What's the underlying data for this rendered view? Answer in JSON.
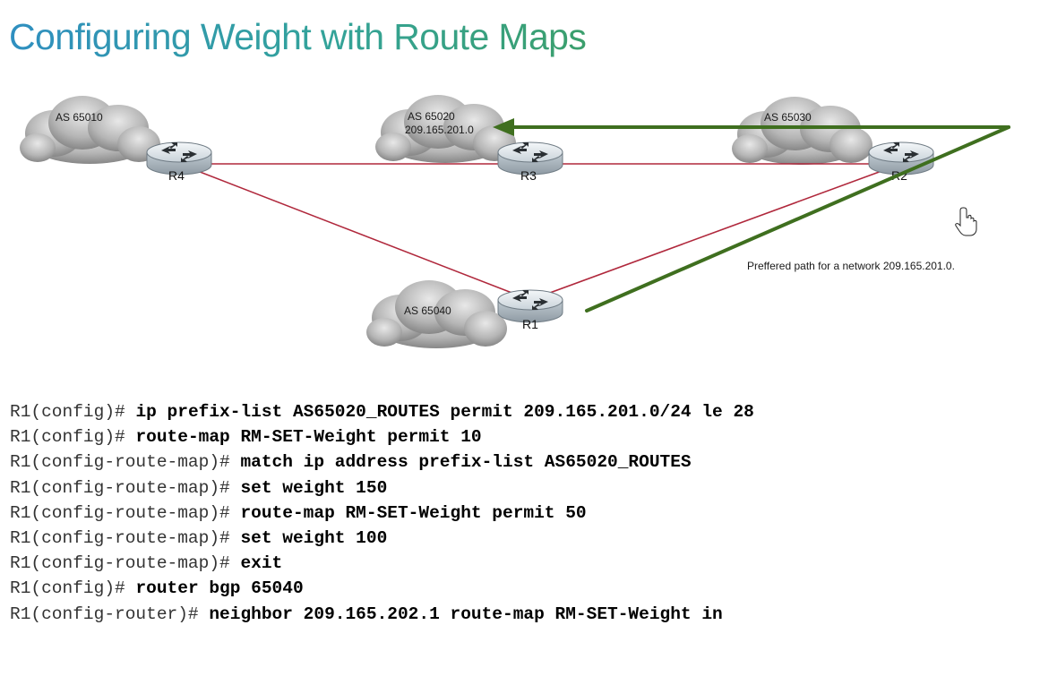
{
  "title": "Configuring Weight with Route Maps",
  "diagram": {
    "clouds": [
      {
        "id": "as65010",
        "lines": [
          "AS 65010"
        ]
      },
      {
        "id": "as65020",
        "lines": [
          "AS 65020",
          "209.165.201.0"
        ]
      },
      {
        "id": "as65030",
        "lines": [
          "AS 65030"
        ]
      },
      {
        "id": "as65040",
        "lines": [
          "AS 65040"
        ]
      }
    ],
    "routers": [
      "R4",
      "R3",
      "R2",
      "R1"
    ],
    "annotation": "Preffered path for a network 209.165.201.0.",
    "link_color": "#b0283c",
    "path_color": "#3f6f1f",
    "cursor_icon": "hand-pointer-icon"
  },
  "commands": [
    {
      "prompt": "R1(config)#",
      "cmd": "ip prefix-list AS65020_ROUTES permit 209.165.201.0/24 le 28"
    },
    {
      "prompt": "R1(config)#",
      "cmd": "route-map RM-SET-Weight permit 10"
    },
    {
      "prompt": "R1(config-route-map)#",
      "cmd": "match ip address prefix-list AS65020_ROUTES"
    },
    {
      "prompt": "R1(config-route-map)#",
      "cmd": "set weight 150"
    },
    {
      "prompt": "R1(config-route-map)#",
      "cmd": "route-map RM-SET-Weight permit 50"
    },
    {
      "prompt": "R1(config-route-map)#",
      "cmd": "set weight 100"
    },
    {
      "prompt": "R1(config-route-map)#",
      "cmd": "exit"
    },
    {
      "prompt": "R1(config)#",
      "cmd": "router bgp 65040"
    },
    {
      "prompt": "R1(config-router)#",
      "cmd": "neighbor 209.165.202.1 route-map RM-SET-Weight in"
    }
  ]
}
